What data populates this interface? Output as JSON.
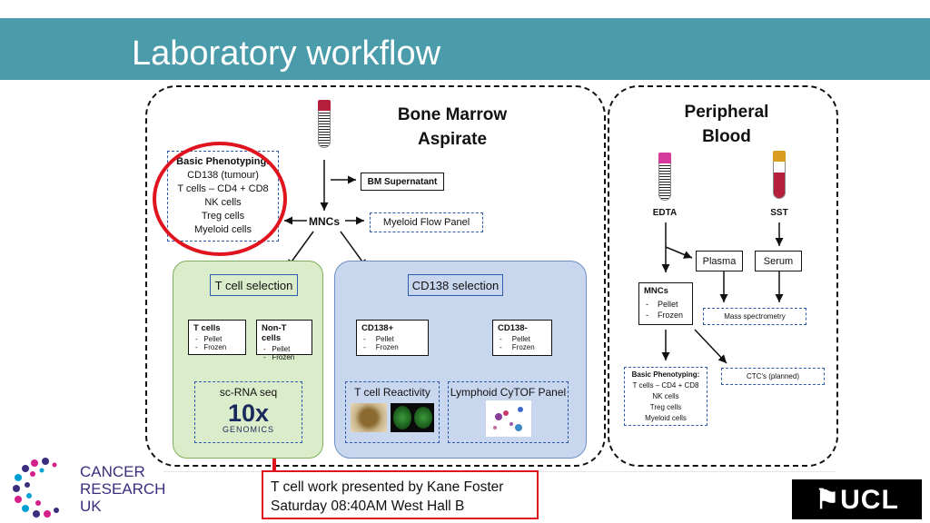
{
  "slide": {
    "title": "Laboratory workflow",
    "accent_color": "#4a9cab",
    "highlight_color": "#e0141e"
  },
  "bone_marrow": {
    "heading_line1": "Bone Marrow",
    "heading_line2": "Aspirate",
    "tube_color": "#b51f3b",
    "supernatant": "BM Supernatant",
    "mncs": "MNCs",
    "myeloid_flow": "Myeloid Flow Panel",
    "basic_phenotyping": {
      "title": "Basic Phenotyping:",
      "lines": [
        "CD138 (tumour)",
        "T cells – CD4 + CD8",
        "NK cells",
        "Treg cells",
        "Myeloid cells"
      ]
    },
    "t_cell_panel": {
      "selection": "T cell selection",
      "bg_color": "#dbeccb",
      "left": {
        "title": "T cells",
        "items": [
          "Pellet",
          "Frozen"
        ]
      },
      "right": {
        "title": "Non-T cells",
        "items": [
          "Pellet",
          "Frozen"
        ]
      },
      "assay": "sc-RNA seq",
      "logo_big": "10x",
      "logo_small": "GENOMICS"
    },
    "cd138_panel": {
      "selection": "CD138 selection",
      "bg_color": "#c9d7ee",
      "left": {
        "title": "CD138+",
        "items": [
          "Pellet",
          "Frozen"
        ]
      },
      "right": {
        "title": "CD138-",
        "items": [
          "Pellet",
          "Frozen"
        ]
      },
      "assay_left": "T cell Reactivity",
      "assay_right": "Lymphoid CyTOF Panel"
    }
  },
  "peripheral_blood": {
    "heading_line1": "Peripheral",
    "heading_line2": "Blood",
    "edta": "EDTA",
    "sst": "SST",
    "edta_cap_color": "#d5399b",
    "sst_cap_color": "#d99c1e",
    "plasma": "Plasma",
    "serum": "Serum",
    "mncs": {
      "title": "MNCs",
      "items": [
        "Pellet",
        "Frozen"
      ]
    },
    "mass_spec": "Mass spectrometry",
    "ctcs": "CTC's (planned)",
    "basic_phenotyping": {
      "title": "Basic Phenotyping:",
      "lines": [
        "T cells – CD4 + CD8",
        "NK cells",
        "Treg cells",
        "Myeloid cells"
      ]
    }
  },
  "callout": {
    "line1": "T cell work presented by Kane Foster",
    "line2": "Saturday 08:40AM West Hall B"
  },
  "logos": {
    "cruk": [
      "CANCER",
      "RESEARCH",
      "UK"
    ],
    "ucl": "⚑UCL"
  }
}
